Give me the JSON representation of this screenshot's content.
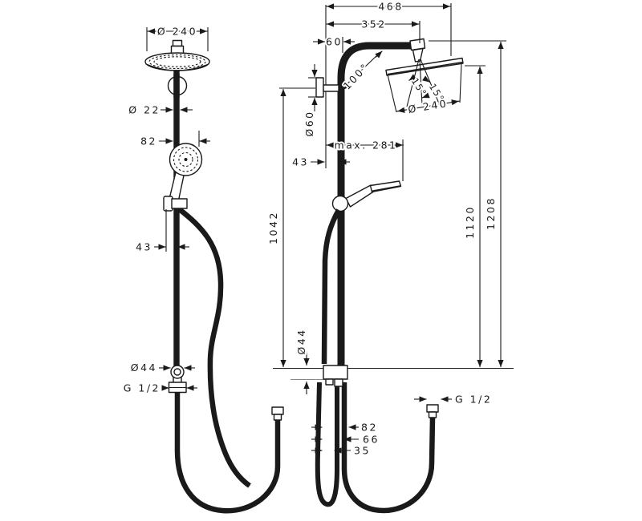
{
  "drawing_type": "technical-dimension-drawing",
  "colors": {
    "line": "#1a1a1a",
    "background": "#ffffff"
  },
  "labels": {
    "front": {
      "head_diameter": "Ø 240",
      "pipe_diameter": "Ø 22",
      "handshower_width": "82",
      "slider_offset": "43",
      "fitting_diameter": "Ø44",
      "thread": "G 1/2"
    },
    "side": {
      "overall_depth": "468",
      "arm_depth": "352",
      "wall_offset": "60",
      "arm_angle": "100°",
      "head_tilt_left": "15°",
      "head_tilt_right": "15°",
      "head_diameter": "Ø 240",
      "escutcheon_diameter": "Ø60",
      "bar_length": "1042",
      "handshower_reach": "max. 281",
      "bar_wall_offset": "43",
      "head_height": "1120",
      "overall_height": "1208",
      "connector_diameter": "Ø44",
      "hose_offset_a": "82",
      "hose_offset_b": "66",
      "hose_offset_c": "35",
      "thread": "G 1/2"
    }
  }
}
